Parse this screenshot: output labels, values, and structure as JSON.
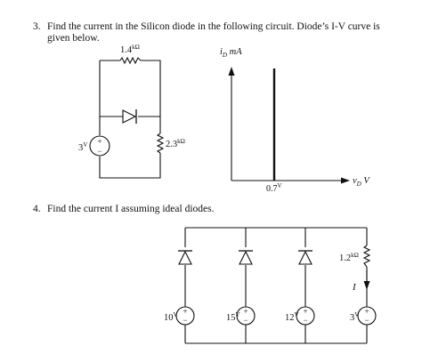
{
  "q3": {
    "number": "3.",
    "line1": "Find the current in the Silicon diode in the following circuit. Diode’s I-V curve is",
    "line2": "given below."
  },
  "q4": {
    "number": "4.",
    "line1": "Find the current I assuming ideal diodes."
  },
  "circuit1": {
    "r_top_value": "1.4",
    "r_top_unit": "kΩ",
    "r_right_value": "2.3",
    "r_right_unit": "kΩ",
    "source_value": "3",
    "source_unit": "V",
    "plus_sign": "+",
    "minus_sign": "−"
  },
  "iv_graph": {
    "y_label_var": "i",
    "y_label_sub": "D",
    "y_label_unit": " mA",
    "x_label_var": "v",
    "x_label_sub": "D",
    "x_label_unit": " V",
    "knee_value": "0.7",
    "knee_unit": "V"
  },
  "circuit2": {
    "sources": [
      {
        "value": "10",
        "unit": "V"
      },
      {
        "value": "15",
        "unit": "V"
      },
      {
        "value": "12",
        "unit": "V"
      },
      {
        "value": "3",
        "unit": "V"
      }
    ],
    "resistor_value": "1.2",
    "resistor_unit": "kΩ",
    "current_label": "I",
    "plus_sign": "+",
    "minus_sign": "−"
  }
}
